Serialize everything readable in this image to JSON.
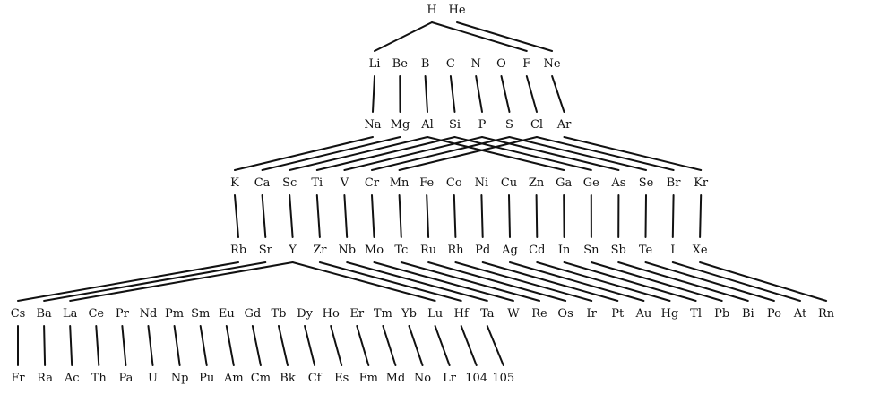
{
  "rows": [
    [
      "H",
      "He"
    ],
    [
      "Li",
      "Be",
      "B",
      "C",
      "N",
      "O",
      "F",
      "Ne"
    ],
    [
      "Na",
      "Mg",
      "Al",
      "Si",
      "P",
      "S",
      "Cl",
      "Ar"
    ],
    [
      "K",
      "Ca",
      "Sc",
      "Ti",
      "V",
      "Cr",
      "Mn",
      "Fe",
      "Co",
      "Ni",
      "Cu",
      "Zn",
      "Ga",
      "Ge",
      "As",
      "Se",
      "Br",
      "Kr"
    ],
    [
      "Rb",
      "Sr",
      "Y",
      "Zr",
      "Nb",
      "Mo",
      "Tc",
      "Ru",
      "Rh",
      "Pd",
      "Ag",
      "Cd",
      "In",
      "Sn",
      "Sb",
      "Te",
      "I",
      "Xe"
    ],
    [
      "Cs",
      "Ba",
      "La",
      "Ce",
      "Pr",
      "Nd",
      "Pm",
      "Sm",
      "Eu",
      "Gd",
      "Tb",
      "Dy",
      "Ho",
      "Er",
      "Tm",
      "Yb",
      "Lu",
      "Hf",
      "Ta",
      "W",
      "Re",
      "Os",
      "Ir",
      "Pt",
      "Au",
      "Hg",
      "Tl",
      "Pb",
      "Bi",
      "Po",
      "At",
      "Rn"
    ],
    [
      "Fr",
      "Ra",
      "Ac",
      "Th",
      "Pa",
      "U",
      "Np",
      "Pu",
      "Am",
      "Cm",
      "Bk",
      "Cf",
      "Es",
      "Fm",
      "Md",
      "No",
      "Lr",
      "104",
      "105"
    ]
  ],
  "connections": [
    {
      "from": "H",
      "to": "Li"
    },
    {
      "from": "H",
      "to": "F"
    },
    {
      "from": "He",
      "to": "Ne"
    },
    {
      "from": "Li",
      "to": "Na"
    },
    {
      "from": "Be",
      "to": "Mg"
    },
    {
      "from": "B",
      "to": "Al"
    },
    {
      "from": "C",
      "to": "Si"
    },
    {
      "from": "N",
      "to": "P"
    },
    {
      "from": "O",
      "to": "S"
    },
    {
      "from": "F",
      "to": "Cl"
    },
    {
      "from": "Ne",
      "to": "Ar"
    },
    {
      "from": "Na",
      "to": "K"
    },
    {
      "from": "Mg",
      "to": "Ca"
    },
    {
      "from": "Al",
      "to": "Sc"
    },
    {
      "from": "Al",
      "to": "Ga"
    },
    {
      "from": "Si",
      "to": "Ti"
    },
    {
      "from": "Si",
      "to": "Ge"
    },
    {
      "from": "P",
      "to": "V"
    },
    {
      "from": "P",
      "to": "As"
    },
    {
      "from": "S",
      "to": "Cr"
    },
    {
      "from": "S",
      "to": "Se"
    },
    {
      "from": "Cl",
      "to": "Mn"
    },
    {
      "from": "Cl",
      "to": "Br"
    },
    {
      "from": "Ar",
      "to": "Kr"
    },
    {
      "from": "K",
      "to": "Rb"
    },
    {
      "from": "Ca",
      "to": "Sr"
    },
    {
      "from": "Sc",
      "to": "Y"
    },
    {
      "from": "Ti",
      "to": "Zr"
    },
    {
      "from": "V",
      "to": "Nb"
    },
    {
      "from": "Cr",
      "to": "Mo"
    },
    {
      "from": "Mn",
      "to": "Tc"
    },
    {
      "from": "Fe",
      "to": "Ru"
    },
    {
      "from": "Co",
      "to": "Rh"
    },
    {
      "from": "Ni",
      "to": "Pd"
    },
    {
      "from": "Cu",
      "to": "Ag"
    },
    {
      "from": "Zn",
      "to": "Cd"
    },
    {
      "from": "Ga",
      "to": "In"
    },
    {
      "from": "Ge",
      "to": "Sn"
    },
    {
      "from": "As",
      "to": "Sb"
    },
    {
      "from": "Se",
      "to": "Te"
    },
    {
      "from": "Br",
      "to": "I"
    },
    {
      "from": "Kr",
      "to": "Xe"
    },
    {
      "from": "Rb",
      "to": "Cs"
    },
    {
      "from": "Sr",
      "to": "Ba"
    },
    {
      "from": "Y",
      "to": "La"
    },
    {
      "from": "Y",
      "to": "Lu"
    },
    {
      "from": "Zr",
      "to": "Hf"
    },
    {
      "from": "Nb",
      "to": "Ta"
    },
    {
      "from": "Mo",
      "to": "W"
    },
    {
      "from": "Tc",
      "to": "Re"
    },
    {
      "from": "Ru",
      "to": "Os"
    },
    {
      "from": "Rh",
      "to": "Ir"
    },
    {
      "from": "Pd",
      "to": "Pt"
    },
    {
      "from": "Ag",
      "to": "Au"
    },
    {
      "from": "Cd",
      "to": "Hg"
    },
    {
      "from": "In",
      "to": "Tl"
    },
    {
      "from": "Sn",
      "to": "Pb"
    },
    {
      "from": "Sb",
      "to": "Bi"
    },
    {
      "from": "Te",
      "to": "Po"
    },
    {
      "from": "I",
      "to": "At"
    },
    {
      "from": "Xe",
      "to": "Rn"
    },
    {
      "from": "Cs",
      "to": "Fr"
    },
    {
      "from": "Ba",
      "to": "Ra"
    },
    {
      "from": "La",
      "to": "Ac"
    },
    {
      "from": "Ce",
      "to": "Th"
    },
    {
      "from": "Pr",
      "to": "Pa"
    },
    {
      "from": "Nd",
      "to": "U"
    },
    {
      "from": "Pm",
      "to": "Np"
    },
    {
      "from": "Sm",
      "to": "Pu"
    },
    {
      "from": "Eu",
      "to": "Am"
    },
    {
      "from": "Gd",
      "to": "Cm"
    },
    {
      "from": "Tb",
      "to": "Bk"
    },
    {
      "from": "Dy",
      "to": "Cf"
    },
    {
      "from": "Ho",
      "to": "Es"
    },
    {
      "from": "Er",
      "to": "Fm"
    },
    {
      "from": "Tm",
      "to": "Md"
    },
    {
      "from": "Yb",
      "to": "No"
    },
    {
      "from": "Lu",
      "to": "Lr"
    },
    {
      "from": "Hf",
      "to": "104"
    },
    {
      "from": "Ta",
      "to": "105"
    }
  ]
}
